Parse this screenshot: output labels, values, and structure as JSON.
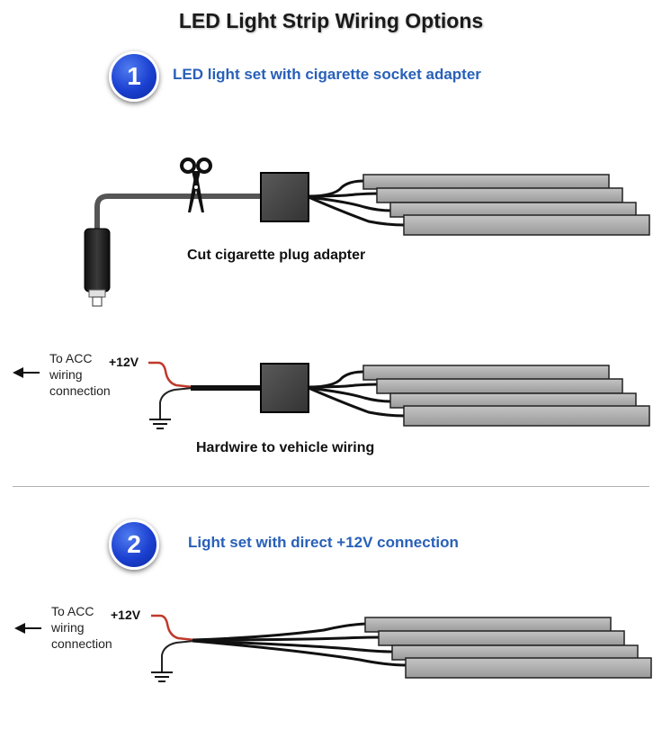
{
  "title": "LED Light Strip Wiring Options",
  "option1": {
    "number": "1",
    "heading": "LED light set with cigarette socket adapter",
    "cut_caption": "Cut cigarette plug adapter",
    "hardwire_caption": "Hardwire to vehicle wiring",
    "acc_note": [
      "To ACC",
      "wiring",
      "connection"
    ],
    "voltage": "+12V"
  },
  "option2": {
    "number": "2",
    "heading": "Light set with direct +12V connection",
    "acc_note": [
      "To ACC",
      "wiring",
      "connection"
    ],
    "voltage": "+12V"
  },
  "colors": {
    "heading": "#2860b8",
    "badge": "#1b3fd0",
    "strip": "#a9a9a9",
    "positive_wire": "#c0392b"
  }
}
